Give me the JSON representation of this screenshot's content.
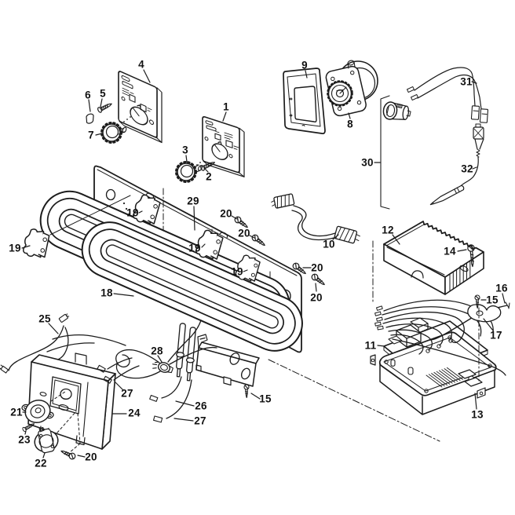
{
  "figure": {
    "kind": "exploded-parts-diagram",
    "background": "#ffffff",
    "line_color": "#1c1c1c",
    "label_color": "#111111"
  },
  "callouts": [
    {
      "text": "4"
    },
    {
      "text": "6"
    },
    {
      "text": "5"
    },
    {
      "text": "7"
    },
    {
      "text": "1"
    },
    {
      "text": "3"
    },
    {
      "text": "2"
    },
    {
      "text": "9"
    },
    {
      "text": "8"
    },
    {
      "text": "31"
    },
    {
      "text": "30"
    },
    {
      "text": "32"
    },
    {
      "text": "29"
    },
    {
      "text": "19"
    },
    {
      "text": "19"
    },
    {
      "text": "19"
    },
    {
      "text": "19"
    },
    {
      "text": "20"
    },
    {
      "text": "20"
    },
    {
      "text": "20"
    },
    {
      "text": "20"
    },
    {
      "text": "18"
    },
    {
      "text": "10"
    },
    {
      "text": "12"
    },
    {
      "text": "14"
    },
    {
      "text": "16"
    },
    {
      "text": "15"
    },
    {
      "text": "17"
    },
    {
      "text": "11"
    },
    {
      "text": "13"
    },
    {
      "text": "25"
    },
    {
      "text": "28"
    },
    {
      "text": "21"
    },
    {
      "text": "24"
    },
    {
      "text": "23"
    },
    {
      "text": "22"
    },
    {
      "text": "20"
    },
    {
      "text": "26"
    },
    {
      "text": "27"
    },
    {
      "text": "27"
    },
    {
      "text": "15"
    }
  ]
}
